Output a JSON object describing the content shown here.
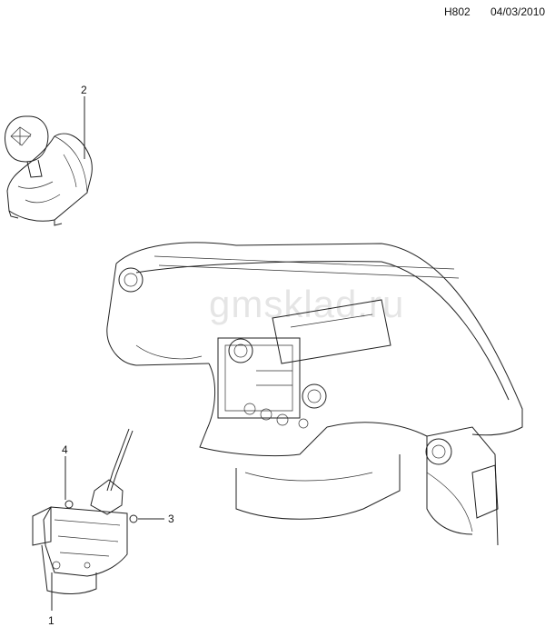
{
  "header": {
    "code": "H802",
    "date": "04/03/2010"
  },
  "callouts": {
    "c1": "1",
    "c2": "2",
    "c3": "3",
    "c4": "4"
  },
  "watermark": "gmsklad.ru"
}
